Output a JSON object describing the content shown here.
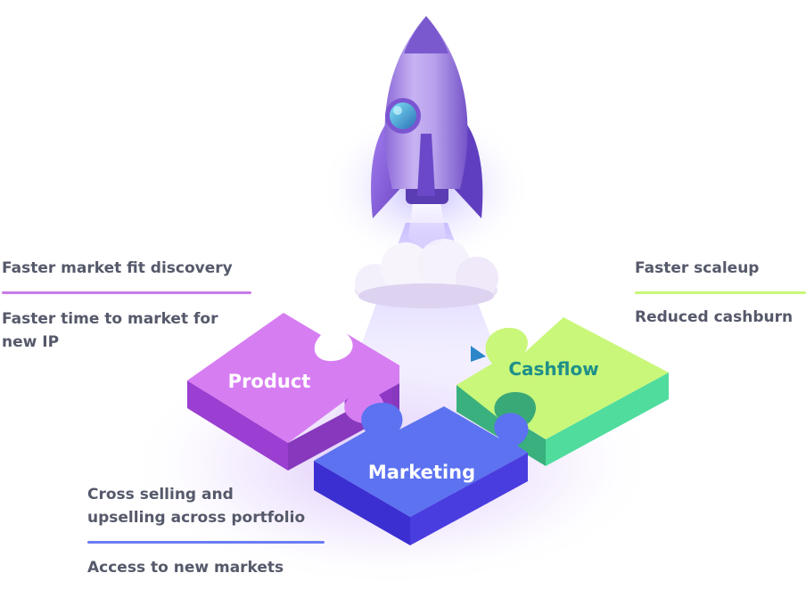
{
  "pieces": {
    "product": {
      "label": "Product",
      "color": "#d77df2"
    },
    "cashflow": {
      "label": "Cashflow",
      "color": "#c9f77a"
    },
    "marketing": {
      "label": "Marketing",
      "color": "#5c72f0"
    }
  },
  "callouts": {
    "product": {
      "primary": "Faster market fit discovery",
      "secondary_line1": "Faster time to market for",
      "secondary_line2": "new IP",
      "rule_color": "#c77ce8"
    },
    "cashflow": {
      "primary": "Faster scaleup",
      "secondary": "Reduced cashburn",
      "rule_color": "#c9f77a"
    },
    "marketing": {
      "primary_line1": "Cross selling and",
      "primary_line2": "upselling across portfolio",
      "secondary": "Access to new markets",
      "rule_color": "#6b7cf2"
    }
  },
  "icons": {
    "rocket": "rocket-icon",
    "cloud": "exhaust-cloud-icon"
  }
}
